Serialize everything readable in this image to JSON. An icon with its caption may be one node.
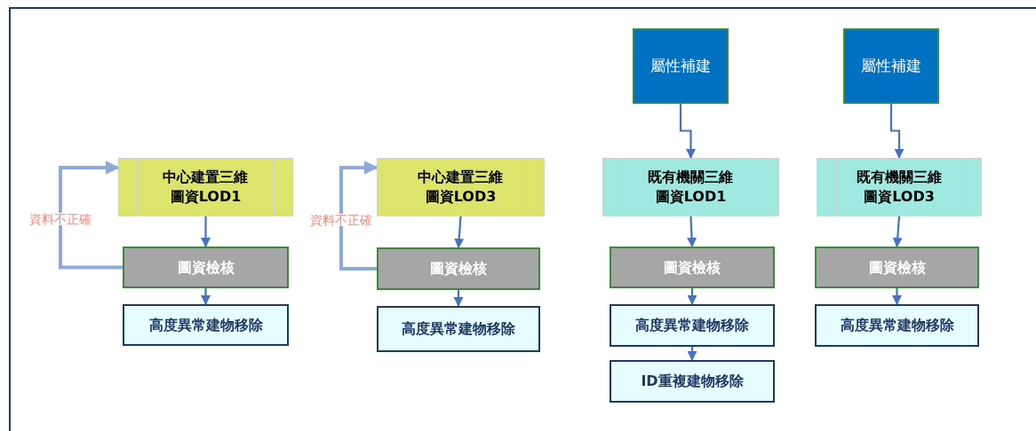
{
  "diagram": {
    "nodes": [
      {
        "text": [
          "屬性補建"
        ]
      },
      {
        "text": [
          "屬性補建"
        ]
      },
      {
        "text": [
          "中心建置三維圖資LOD1"
        ]
      },
      {
        "text": [
          "中心建置三維圖資LOD3"
        ]
      },
      {
        "text": [
          "既有機關三維圖資LOD1"
        ]
      },
      {
        "text": [
          "既有機關三維圖資LOD3"
        ]
      },
      {
        "text": [
          "圖資檢核"
        ]
      },
      {
        "text": [
          "圖資檢核"
        ]
      },
      {
        "text": [
          "圖資檢核"
        ]
      },
      {
        "text": [
          "圖資檢核"
        ]
      },
      {
        "text": [
          "高度異常建物移除"
        ]
      },
      {
        "text": [
          "高度異常建物移除"
        ]
      },
      {
        "text": [
          "高度異常建物移除"
        ]
      },
      {
        "text": [
          "高度異常建物移除"
        ]
      },
      {
        "text": [
          "ID重複建物移除"
        ]
      }
    ],
    "edges": [
      {
        "from": 2,
        "to": 6,
        "arrow": "to"
      },
      {
        "from": 6,
        "to": 10,
        "arrow": "to"
      },
      {
        "from": 6,
        "to": 2,
        "arrow": "to",
        "label": "資料不正確",
        "style": "thick",
        "color": "#8eaadb"
      },
      {
        "from": 3,
        "to": 7,
        "arrow": "to"
      },
      {
        "from": 7,
        "to": 11,
        "arrow": "to"
      },
      {
        "from": 7,
        "to": 3,
        "arrow": "to",
        "label": "資料不正確",
        "style": "thick",
        "color": "#8eaadb"
      },
      {
        "from": 0,
        "to": 4,
        "arrow": "to"
      },
      {
        "from": 4,
        "to": 8,
        "arrow": "to"
      },
      {
        "from": 8,
        "to": 12,
        "arrow": "to"
      },
      {
        "from": 12,
        "to": 14,
        "arrow": "to"
      },
      {
        "from": 1,
        "to": 5,
        "arrow": "to"
      },
      {
        "from": 5,
        "to": 9,
        "arrow": "to"
      },
      {
        "from": 9,
        "to": 13,
        "arrow": "to"
      }
    ]
  }
}
